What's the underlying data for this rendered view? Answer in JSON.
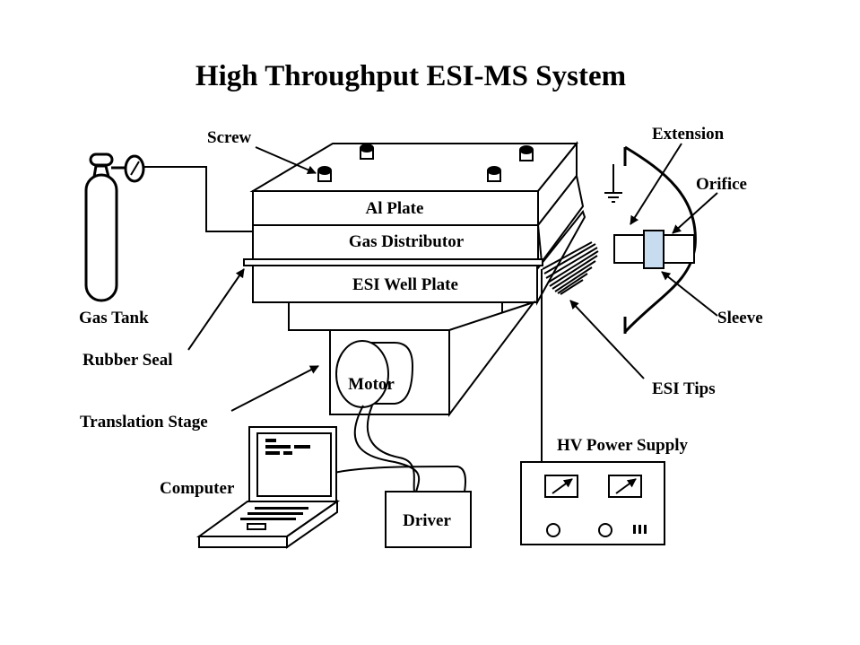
{
  "title": "High Throughput ESI-MS System",
  "labels": {
    "screw": "Screw",
    "extension": "Extension",
    "orifice": "Orifice",
    "al_plate": "Al Plate",
    "gas_distributor": "Gas Distributor",
    "esi_well_plate": "ESI Well Plate",
    "gas_tank": "Gas Tank",
    "sleeve": "Sleeve",
    "rubber_seal": "Rubber Seal",
    "motor": "Motor",
    "esi_tips": "ESI Tips",
    "translation_stage": "Translation Stage",
    "hv_power_supply": "HV Power Supply",
    "computer": "Computer",
    "driver": "Driver"
  },
  "colors": {
    "orifice_fill": "#c8dcf0",
    "line": "#000000",
    "background": "#ffffff"
  }
}
